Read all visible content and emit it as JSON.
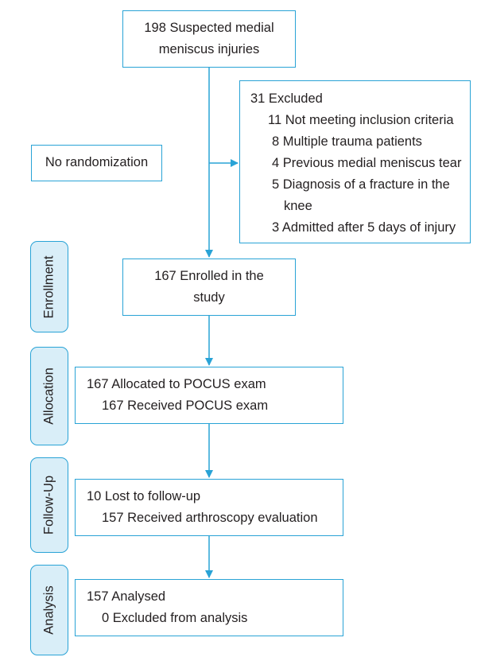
{
  "boxes": {
    "suspected": {
      "lines": [
        "198 Suspected medial",
        "meniscus injuries"
      ]
    },
    "excluded": {
      "title": "31 Excluded",
      "items": [
        "11 Not meeting inclusion criteria",
        "8 Multiple trauma patients",
        "4 Previous medial meniscus tear",
        "5 Diagnosis of a fracture in the",
        "knee",
        "3 Admitted after 5 days of injury"
      ]
    },
    "no_randomization": {
      "label": "No randomization"
    },
    "enrolled": {
      "lines": [
        "167 Enrolled in the",
        "study"
      ]
    },
    "allocation": {
      "lines": [
        "167 Allocated to POCUS exam",
        "167 Received POCUS exam"
      ]
    },
    "followup": {
      "lines": [
        "10 Lost to follow-up",
        "157 Received arthroscopy evaluation"
      ]
    },
    "analysis": {
      "lines": [
        "157 Analysed",
        "0 Excluded from analysis"
      ]
    }
  },
  "stages": [
    "Enrollment",
    "Allocation",
    "Follow-Up",
    "Analysis"
  ],
  "colors": {
    "border": "#29a3d6",
    "stage_fill": "#d9eef8",
    "arrow": "#29a3d6",
    "text": "#231f20"
  }
}
